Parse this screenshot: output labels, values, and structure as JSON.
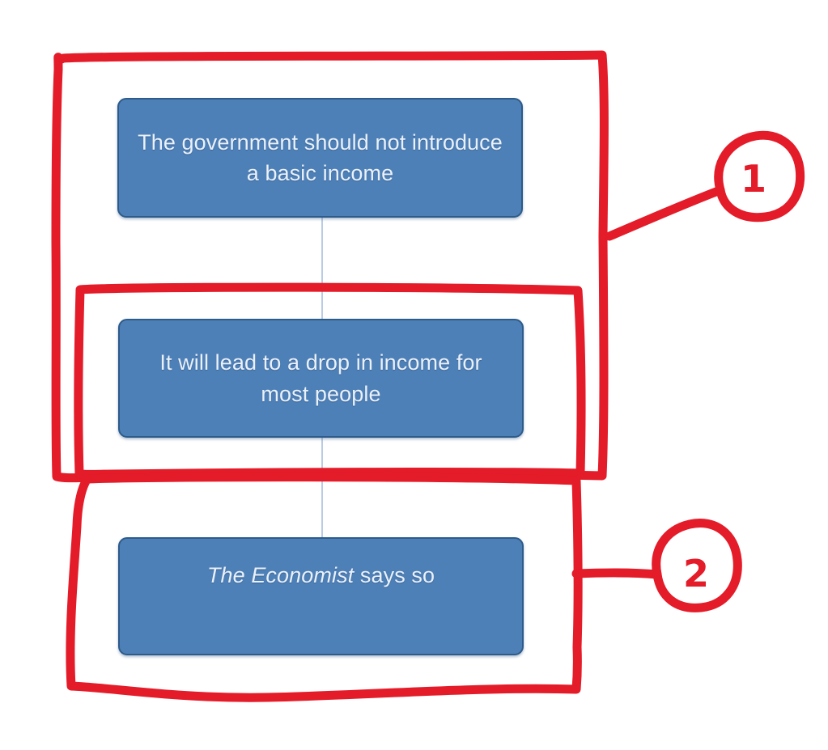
{
  "diagram": {
    "type": "argument-map",
    "title": "",
    "nodes": [
      {
        "id": "node-1",
        "role": "claim",
        "text": "The government should not introduce a basic income",
        "text_plain": "The government should not introduce a basic income",
        "italic_prefix": "",
        "fill_color": "#4e80b8",
        "border_color": "#2d5b8a",
        "text_color": "#eaf1fa"
      },
      {
        "id": "node-2",
        "role": "reason",
        "text": "It will lead to a drop in income for most people",
        "text_plain": "It will lead to a drop in income for most people",
        "italic_prefix": "",
        "fill_color": "#4e80b8",
        "border_color": "#2d5b8a",
        "text_color": "#eaf1fa"
      },
      {
        "id": "node-3",
        "role": "evidence",
        "text": "says so",
        "text_plain": "The Economist says so",
        "italic_prefix": "The Economist",
        "fill_color": "#4e80b8",
        "border_color": "#2d5b8a",
        "text_color": "#eaf1fa"
      }
    ],
    "connectors": [
      {
        "id": "conn-1",
        "from": "node-1",
        "to": "node-2",
        "color": "#b9cce3"
      },
      {
        "id": "conn-2",
        "from": "node-2",
        "to": "node-3",
        "color": "#b9cce3"
      }
    ]
  },
  "annotations": {
    "ink_color": "#e41b28",
    "marks": [
      {
        "id": "annot-1",
        "label": "1",
        "shape": "hand-drawn-rectangle",
        "encloses": [
          "node-1",
          "node-2"
        ],
        "callout": "circle-with-leader-line"
      },
      {
        "id": "annot-2",
        "label": "2",
        "shape": "hand-drawn-rectangle",
        "encloses": [
          "node-2",
          "node-3"
        ],
        "callout": "circle-with-leader-line"
      },
      {
        "id": "annot-inner",
        "label": "",
        "shape": "hand-drawn-rectangle",
        "encloses": [
          "node-2"
        ],
        "callout": "none"
      }
    ]
  }
}
